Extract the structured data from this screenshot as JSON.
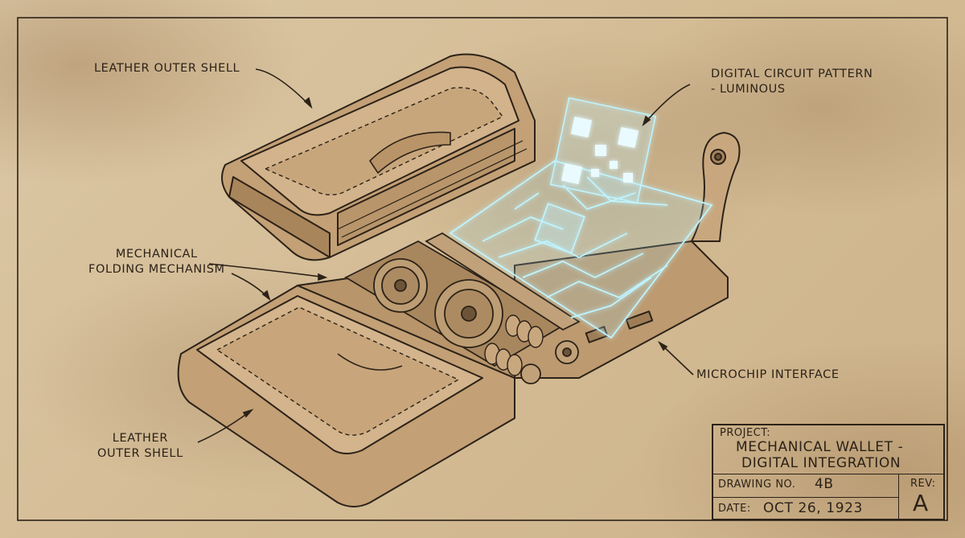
{
  "labels": {
    "top_shell": "LEATHER OUTER SHELL",
    "circuit_line1": "DIGITAL CIRCUIT PATTERN",
    "circuit_line2": "- LUMINOUS",
    "mechanism_line1": "MECHANICAL",
    "mechanism_line2": "FOLDING MECHANISM",
    "microchip": "MICROCHIP INTERFACE",
    "bottom_shell_line1": "LEATHER",
    "bottom_shell_line2": "OUTER SHELL"
  },
  "title_block": {
    "project_label": "PROJECT:",
    "project_line1": "MECHANICAL WALLET -",
    "project_line2": "DIGITAL INTEGRATION",
    "drawing_no_label": "DRAWING NO.",
    "drawing_no_value": "4B",
    "rev_label": "REV:",
    "rev_value": "A",
    "date_label": "DATE:",
    "date_value": "OCT 26, 1923"
  },
  "colors": {
    "ink": "#2c2218",
    "glow": "#bff4ff",
    "paper": "#d7c2a0"
  }
}
